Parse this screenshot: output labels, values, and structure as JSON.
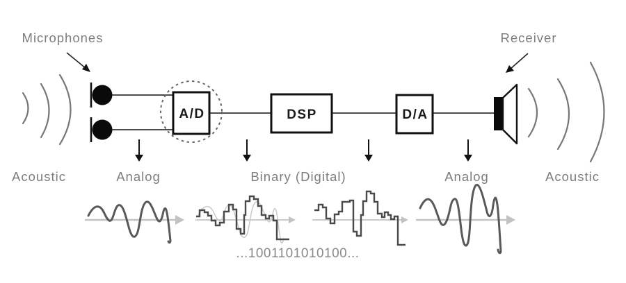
{
  "labels": {
    "microphones": "Microphones",
    "receiver": "Receiver"
  },
  "blocks": [
    {
      "label": "A/D"
    },
    {
      "label": "DSP"
    },
    {
      "label": "D/A"
    }
  ],
  "stages": [
    {
      "label": "Acoustic"
    },
    {
      "label": "Analog"
    },
    {
      "label": "Binary (Digital)"
    },
    {
      "label": "Analog"
    },
    {
      "label": "Acoustic"
    }
  ],
  "binary_string": "...1001101010100...",
  "colors": {
    "label_gray": "#7d7d7d",
    "wave_dark": "#595959",
    "stair_dark": "#4a4a4a",
    "axis_gray": "#c2c2c2",
    "ink": "#111111"
  }
}
